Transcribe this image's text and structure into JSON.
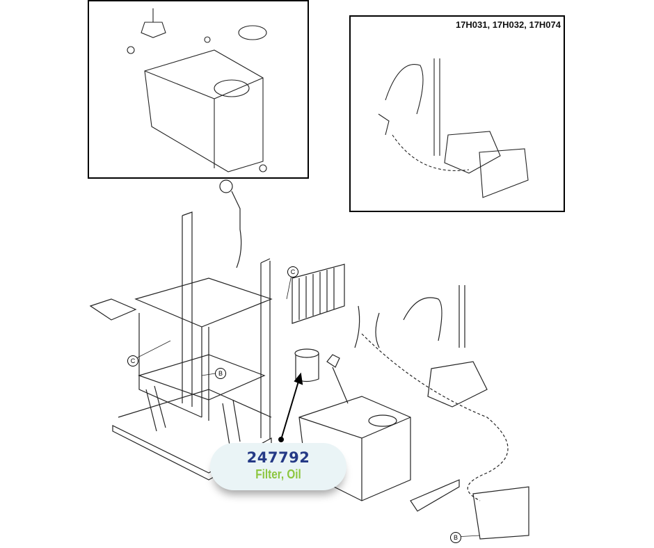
{
  "inset_models": "17H031, 17H032, 17H074",
  "callout": {
    "part_number": "247792",
    "description": "Filter, Oil"
  },
  "labels": {
    "c1": "C",
    "c2": "C",
    "b1": "B",
    "b2": "B"
  },
  "colors": {
    "part_number": "#253a86",
    "description": "#8cc63f",
    "callout_bg": "#eaf4f6"
  }
}
